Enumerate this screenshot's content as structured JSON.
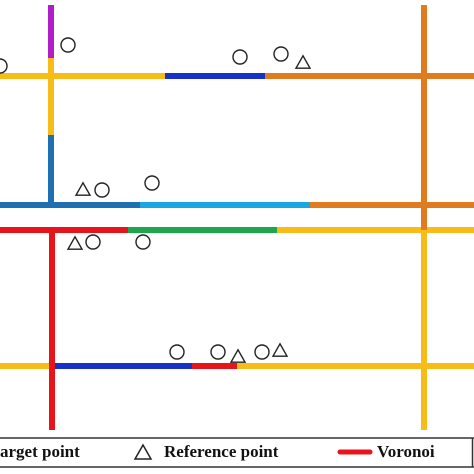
{
  "legend": {
    "target_label": "arget point",
    "reference_label": "Reference point",
    "voronoi_label": "Voronoi"
  },
  "colors": {
    "yellow": "#f8bc18",
    "orange": "#e07b20",
    "blue": "#1730c8",
    "steel_blue": "#1f6fb3",
    "light_blue": "#1aa6e0",
    "red": "#e8141b",
    "green": "#1fa64c",
    "purple": "#b01ec8",
    "border": "#333333",
    "symbol": "#222222"
  }
}
